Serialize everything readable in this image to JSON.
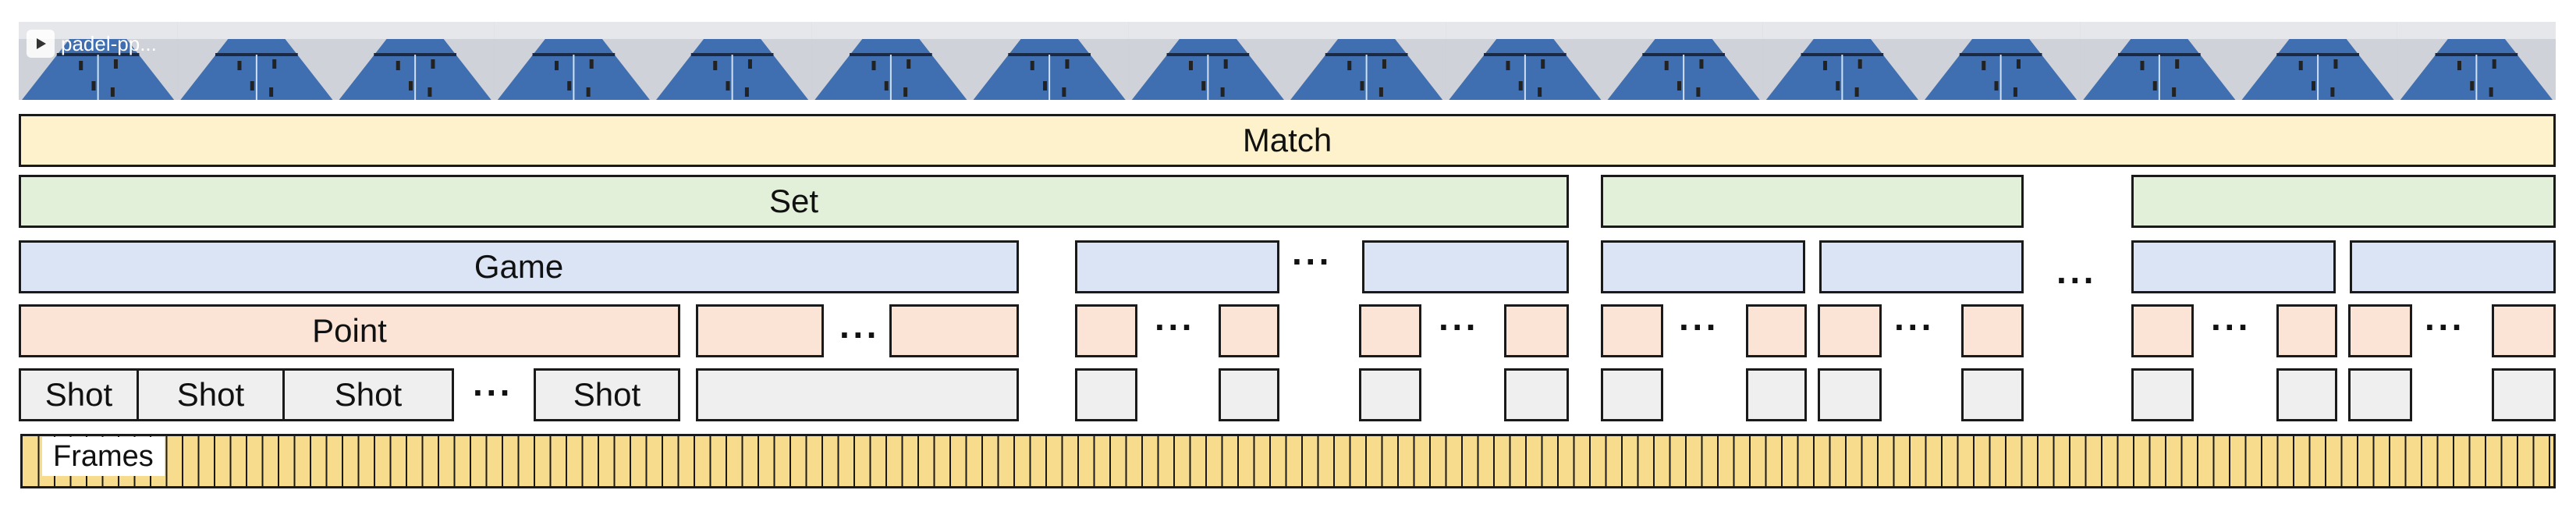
{
  "colors": {
    "match": "#fdf2cc",
    "set": "#e2efd9",
    "game": "#dae4f5",
    "point": "#fbe4d5",
    "shot": "#efefef",
    "frames": "#f8dc8e",
    "border": "#1a1a1a"
  },
  "video_strip": {
    "badge_text": "padel-pp...",
    "thumbnail_count": 16,
    "icon": "play-icon"
  },
  "levels": {
    "match": "Match",
    "set": "Set",
    "game": "Game",
    "point": "Point",
    "shot": "Shot",
    "frames": "Frames"
  },
  "ellipsis": "···"
}
